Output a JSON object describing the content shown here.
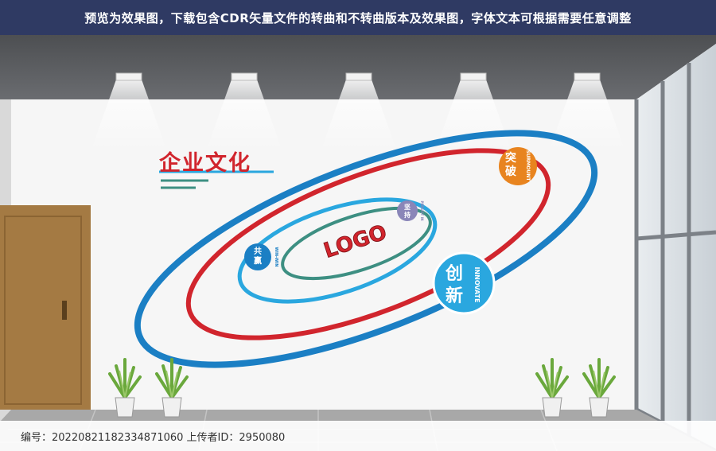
{
  "banner": {
    "text": "预览为效果图，下载包含CDR矢量文件的转曲和不转曲版本及效果图，字体文本可根据需要任意调整"
  },
  "wall": {
    "title": "企业文化",
    "logo_text": "LOGO",
    "badges": {
      "gongying": {
        "cn_line1": "共",
        "cn_line2": "赢",
        "en": "WIN-WIN",
        "color": "#1b7fc4"
      },
      "jianchi": {
        "cn_line1": "坚",
        "cn_line2": "持",
        "en": "PERSIST IN",
        "color": "#8a86b8"
      },
      "tupo": {
        "cn_line1": "突",
        "cn_line2": "破",
        "en": "SURMOUNT",
        "color": "#e8841f"
      },
      "chuangxin": {
        "cn_line1": "创",
        "cn_line2": "新",
        "en": "INNOVATE",
        "color": "#2aa7df"
      }
    }
  },
  "footer": {
    "text": "编号：20220821182334871060 上传者ID：2950080"
  },
  "colors": {
    "banner_bg": "#2f3a63",
    "ring_outer": "#1b7fc4",
    "ring_red": "#d1252d",
    "ring_blue": "#2aa7df",
    "ring_teal": "#3d8f82",
    "door": "#a47a43",
    "floor": "#a8a8a8",
    "ceiling": "#5d5f62"
  }
}
